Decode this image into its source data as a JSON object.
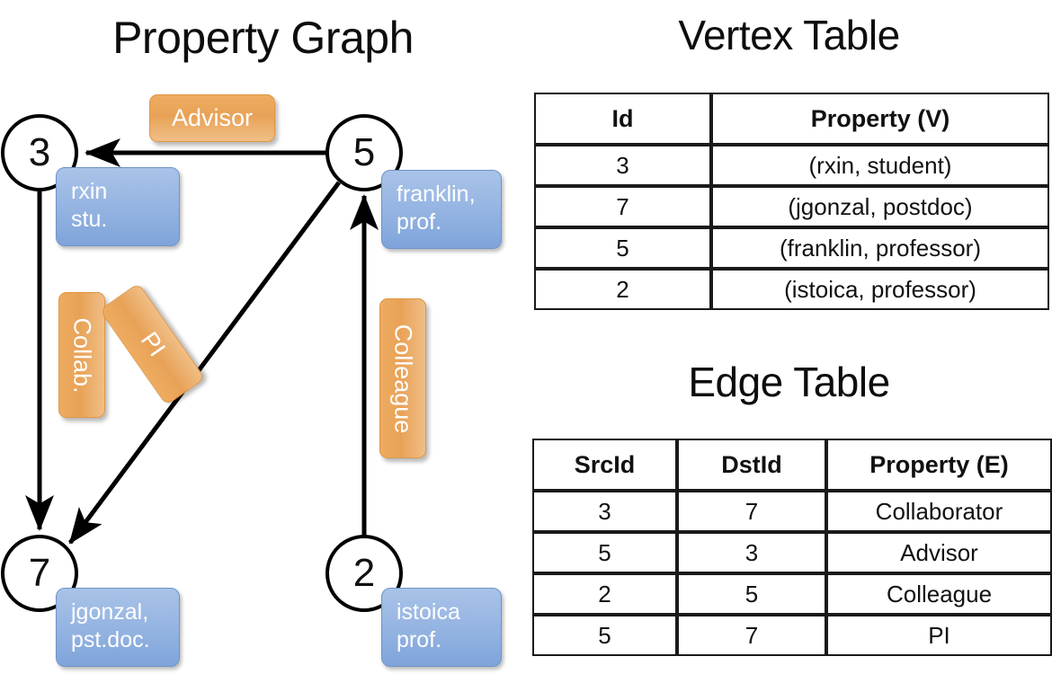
{
  "titles": {
    "property_graph": "Property Graph",
    "vertex_table": "Vertex Table",
    "edge_table": "Edge Table"
  },
  "colors": {
    "vertex_property_fill": "#ccdaef",
    "edge_property_fill": "#f6dfc6",
    "callout_blue": "#9cb9e4",
    "tag_orange": "#e8a257",
    "stroke": "#000000",
    "background": "#ffffff"
  },
  "graph": {
    "nodes": [
      {
        "id": "3",
        "label": "3",
        "property": "rxin\nstu."
      },
      {
        "id": "5",
        "label": "5",
        "property": "franklin,\nprof."
      },
      {
        "id": "7",
        "label": "7",
        "property": "jgonzal,\npst.doc."
      },
      {
        "id": "2",
        "label": "2",
        "property": "istoica\nprof."
      }
    ],
    "edge_labels": [
      {
        "name": "advisor",
        "text": "Advisor",
        "orientation": "horizontal"
      },
      {
        "name": "collab",
        "text": "Collab.",
        "orientation": "vertical"
      },
      {
        "name": "pi",
        "text": "PI",
        "orientation": "diagonal"
      },
      {
        "name": "colleague",
        "text": "Colleague",
        "orientation": "vertical"
      }
    ],
    "edges": [
      {
        "src": "5",
        "dst": "3",
        "label": "Advisor"
      },
      {
        "src": "3",
        "dst": "7",
        "label": "Collab."
      },
      {
        "src": "5",
        "dst": "7",
        "label": "PI"
      },
      {
        "src": "2",
        "dst": "5",
        "label": "Colleague"
      }
    ]
  },
  "vertex_table": {
    "headers": [
      "Id",
      "Property (V)"
    ],
    "rows": [
      {
        "id": "3",
        "property": "(rxin, student)"
      },
      {
        "id": "7",
        "property": "(jgonzal, postdoc)"
      },
      {
        "id": "5",
        "property": "(franklin, professor)"
      },
      {
        "id": "2",
        "property": "(istoica, professor)"
      }
    ]
  },
  "edge_table": {
    "headers": [
      "SrcId",
      "DstId",
      "Property (E)"
    ],
    "rows": [
      {
        "src": "3",
        "dst": "7",
        "property": "Collaborator"
      },
      {
        "src": "5",
        "dst": "3",
        "property": "Advisor"
      },
      {
        "src": "2",
        "dst": "5",
        "property": "Colleague"
      },
      {
        "src": "5",
        "dst": "7",
        "property": "PI"
      }
    ]
  }
}
